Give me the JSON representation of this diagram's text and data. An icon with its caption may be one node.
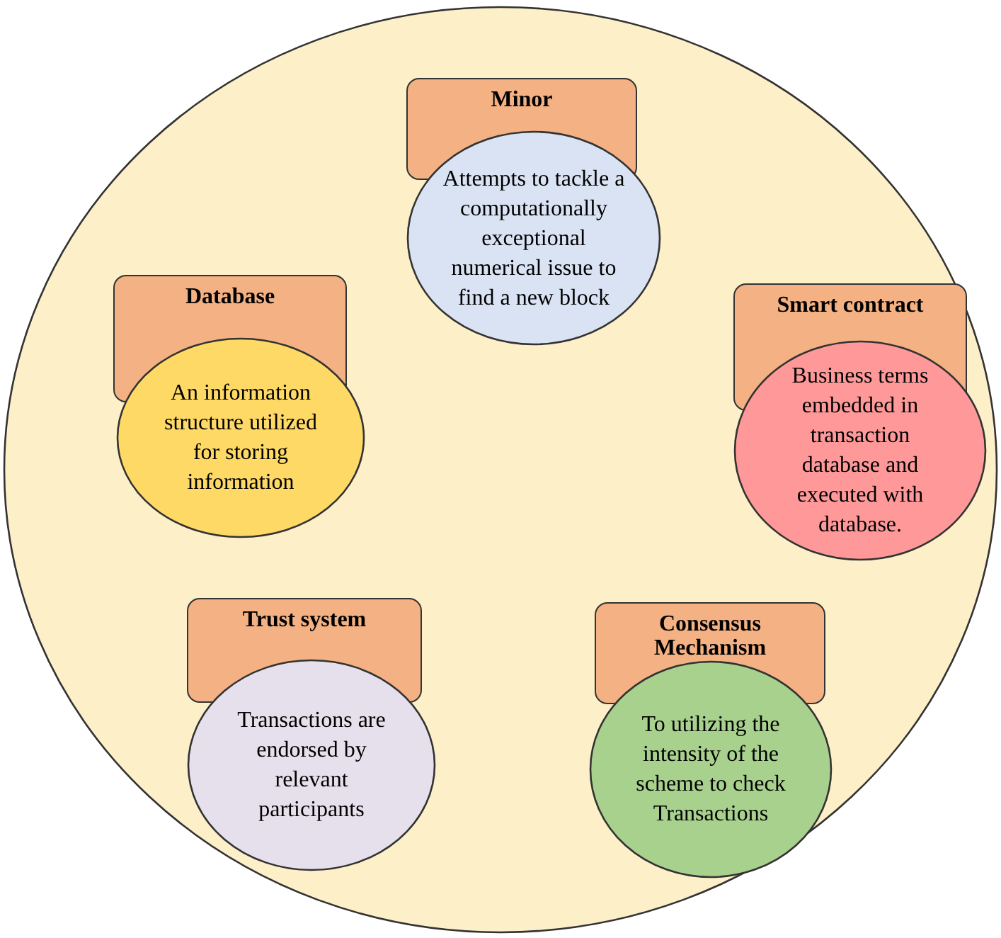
{
  "diagram": {
    "nodes": [
      {
        "text": [],
        "shape": "circle"
      },
      {
        "text": [
          "Minor"
        ],
        "in": 0
      },
      {
        "text": [
          "Attempts to tackle a computationally exceptional numerical issue to find a new block"
        ],
        "in": 0
      },
      {
        "text": [
          "Database"
        ],
        "in": 0
      },
      {
        "text": [
          "An information structure utilized for storing information"
        ],
        "in": 0
      },
      {
        "text": [
          "Smart contract"
        ],
        "in": 0
      },
      {
        "text": [
          "Business terms embedded in transaction database and executed with database."
        ],
        "in": 0
      },
      {
        "text": [
          "Trust system"
        ],
        "in": 0
      },
      {
        "text": [
          "Transactions are endorsed by relevant participants"
        ],
        "in": 0
      },
      {
        "text": [
          "Consensus Mechanism"
        ],
        "in": 0
      },
      {
        "text": [
          "To utilizing the intensity of the scheme to check Transactions"
        ],
        "in": 0
      }
    ]
  }
}
